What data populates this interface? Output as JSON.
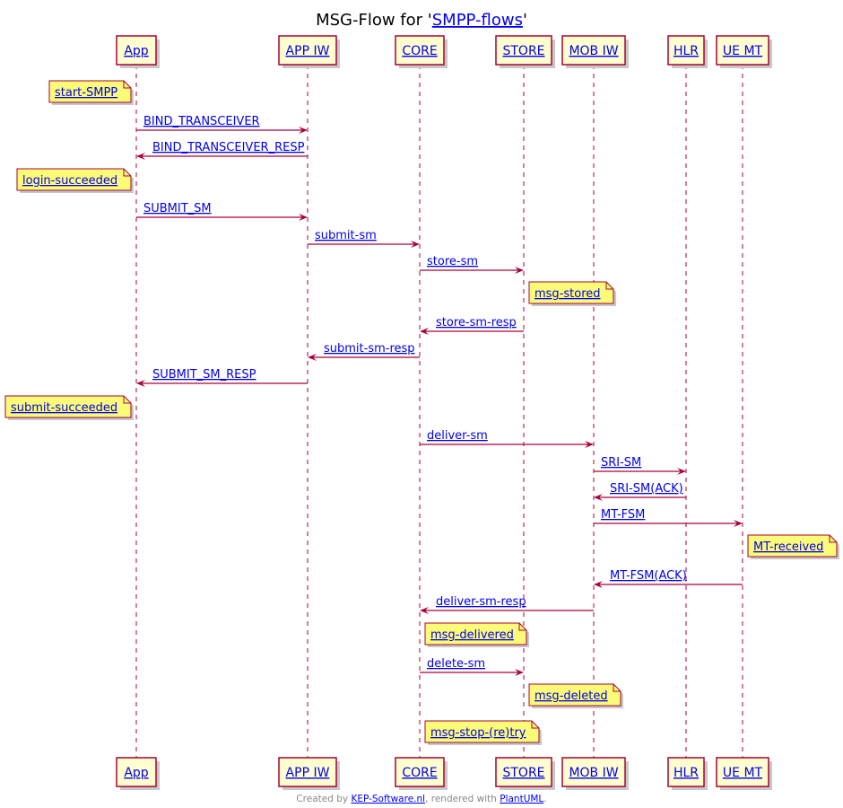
{
  "title": {
    "prefix": "MSG-Flow for '",
    "link": "SMPP-flows",
    "suffix": "'"
  },
  "participants": [
    {
      "id": "app",
      "label": "App"
    },
    {
      "id": "appiw",
      "label": "APP IW"
    },
    {
      "id": "core",
      "label": "CORE"
    },
    {
      "id": "store",
      "label": "STORE"
    },
    {
      "id": "mobiw",
      "label": "MOB IW"
    },
    {
      "id": "hlr",
      "label": "HLR"
    },
    {
      "id": "uemt",
      "label": "UE MT"
    }
  ],
  "events": [
    {
      "kind": "note",
      "on": "app",
      "side": "left",
      "text": "start-SMPP"
    },
    {
      "kind": "msg",
      "from": "app",
      "to": "appiw",
      "text": "BIND_TRANSCEIVER"
    },
    {
      "kind": "msg",
      "from": "appiw",
      "to": "app",
      "text": "BIND_TRANSCEIVER_RESP"
    },
    {
      "kind": "note",
      "on": "app",
      "side": "left",
      "text": "login-succeeded"
    },
    {
      "kind": "msg",
      "from": "app",
      "to": "appiw",
      "text": "SUBMIT_SM"
    },
    {
      "kind": "msg",
      "from": "appiw",
      "to": "core",
      "text": "submit-sm"
    },
    {
      "kind": "msg",
      "from": "core",
      "to": "store",
      "text": "store-sm"
    },
    {
      "kind": "note",
      "on": "store",
      "side": "right",
      "text": "msg-stored"
    },
    {
      "kind": "msg",
      "from": "store",
      "to": "core",
      "text": "store-sm-resp"
    },
    {
      "kind": "msg",
      "from": "core",
      "to": "appiw",
      "text": "submit-sm-resp"
    },
    {
      "kind": "msg",
      "from": "appiw",
      "to": "app",
      "text": "SUBMIT_SM_RESP"
    },
    {
      "kind": "note",
      "on": "app",
      "side": "left",
      "text": "submit-succeeded"
    },
    {
      "kind": "msg",
      "from": "core",
      "to": "mobiw",
      "text": "deliver-sm"
    },
    {
      "kind": "msg",
      "from": "mobiw",
      "to": "hlr",
      "text": "SRI-SM"
    },
    {
      "kind": "msg",
      "from": "hlr",
      "to": "mobiw",
      "text": "SRI-SM(ACK)"
    },
    {
      "kind": "msg",
      "from": "mobiw",
      "to": "uemt",
      "text": "MT-FSM"
    },
    {
      "kind": "note",
      "on": "uemt",
      "side": "right",
      "text": "MT-received"
    },
    {
      "kind": "msg",
      "from": "uemt",
      "to": "mobiw",
      "text": "MT-FSM(ACK)"
    },
    {
      "kind": "msg",
      "from": "mobiw",
      "to": "core",
      "text": "deliver-sm-resp"
    },
    {
      "kind": "note",
      "on": "core",
      "side": "right",
      "text": "msg-delivered"
    },
    {
      "kind": "msg",
      "from": "core",
      "to": "store",
      "text": "delete-sm"
    },
    {
      "kind": "note",
      "on": "store",
      "side": "right",
      "text": "msg-deleted"
    },
    {
      "kind": "note",
      "on": "core",
      "side": "right",
      "text": "msg-stop-(re)try"
    }
  ],
  "footer": {
    "prefix": "Created by ",
    "link1": "KEP-Software.nl",
    "middle": ", rendered with ",
    "link2": "PlantUML",
    "suffix": "."
  },
  "colors": {
    "line": "#a80036",
    "participant_fill": "#fefece",
    "note_fill": "#fbfb77",
    "link": "#0000ee"
  }
}
